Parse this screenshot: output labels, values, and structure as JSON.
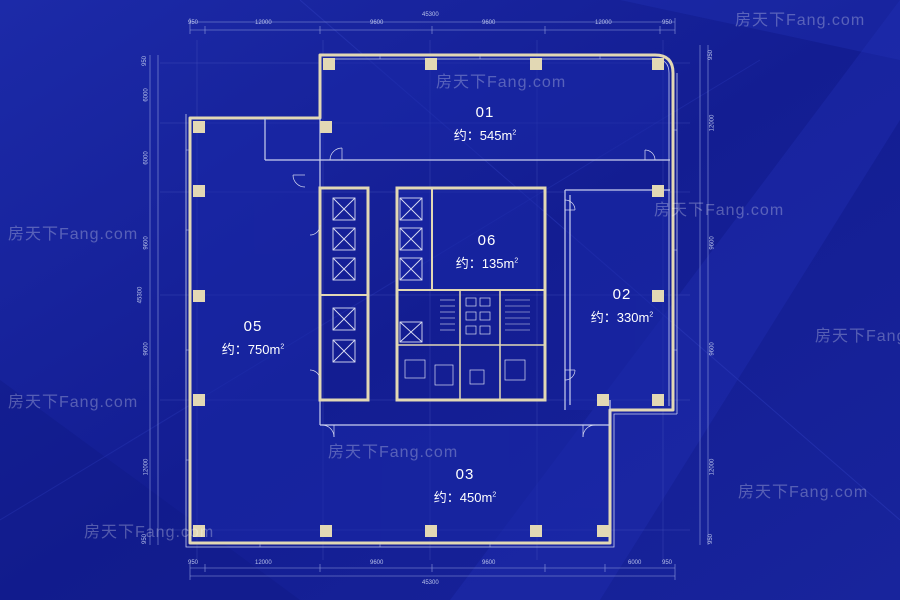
{
  "units": [
    {
      "id": "01",
      "area_value": "545",
      "area_prefix": "约：",
      "area_unit": "m",
      "area_sup": "2"
    },
    {
      "id": "02",
      "area_value": "330",
      "area_prefix": "约：",
      "area_unit": "m",
      "area_sup": "2"
    },
    {
      "id": "03",
      "area_value": "450",
      "area_prefix": "约：",
      "area_unit": "m",
      "area_sup": "2"
    },
    {
      "id": "05",
      "area_value": "750",
      "area_prefix": "约：",
      "area_unit": "m",
      "area_sup": "2"
    },
    {
      "id": "06",
      "area_value": "135",
      "area_prefix": "约：",
      "area_unit": "m",
      "area_sup": "2"
    }
  ],
  "dimensions": {
    "top_total": "45300",
    "top": [
      "950",
      "12000",
      "9600",
      "9600",
      "12000",
      "950"
    ],
    "bottom_total": "45300",
    "bottom": [
      "950",
      "12000",
      "9600",
      "9600",
      "6000",
      "950"
    ],
    "left_total": "45300",
    "left": [
      "950",
      "6000",
      "6000",
      "9600",
      "9600",
      "12000",
      "950"
    ],
    "right": [
      "950",
      "12000",
      "9600",
      "9600",
      "12000",
      "950"
    ]
  },
  "watermark": "房天下Fang.com",
  "colors": {
    "background": "#16219a",
    "wall": "#e2d8b4",
    "line": "#c9cfee"
  }
}
